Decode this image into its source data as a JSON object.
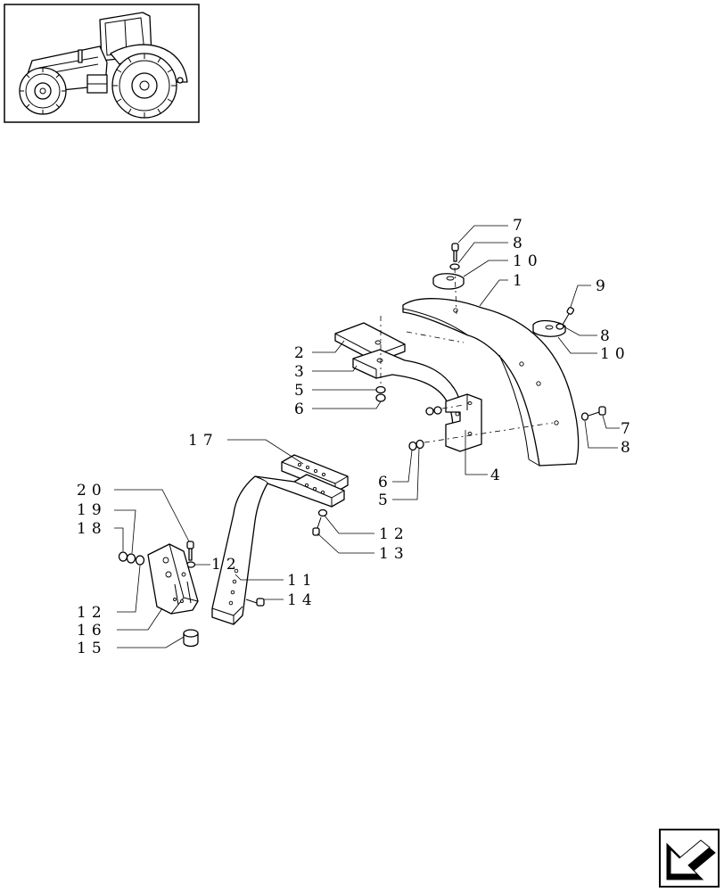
{
  "thumbnail": {
    "icon": "tractor-icon"
  },
  "nav": {
    "icon": "back-arrow-icon"
  },
  "callouts": {
    "c1": "1",
    "c2": "2",
    "c3": "3",
    "c4": "4",
    "c5a": "5",
    "c6a": "6",
    "c5b": "5",
    "c6b": "6",
    "c7a": "7",
    "c8a": "8",
    "c10a": "10",
    "c9": "9",
    "c8b": "8",
    "c10b": "10",
    "c7b": "7",
    "c8c": "8",
    "c17": "17",
    "c20": "20",
    "c19": "19",
    "c18": "18",
    "c12a": "12",
    "c12b": "12",
    "c13": "13",
    "c11": "11",
    "c14": "14",
    "c12c": "12",
    "c16": "16",
    "c15": "15"
  }
}
